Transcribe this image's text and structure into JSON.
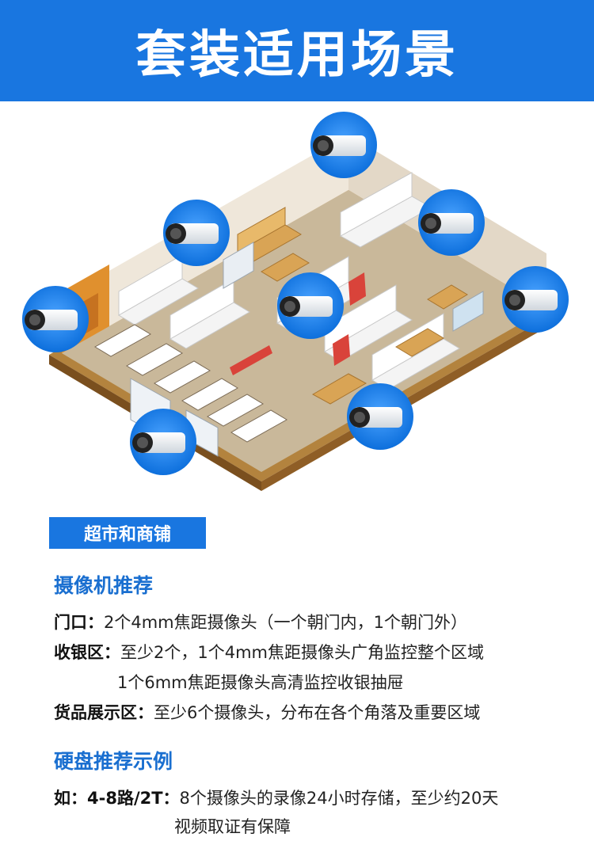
{
  "header": {
    "title": "套装适用场景"
  },
  "scene_tag": "超市和商铺",
  "camera_section": {
    "title": "摄像机推荐",
    "rows": [
      {
        "label": "门口：",
        "text": "2个4mm焦距摄像头（一个朝门内，1个朝门外）"
      },
      {
        "label": "收银区：",
        "text": "至少2个，1个4mm焦距摄像头广角监控整个区域"
      },
      {
        "label": "",
        "text": "1个6mm焦距摄像头高清监控收银抽屉"
      },
      {
        "label": "货品展示区：",
        "text": "至少6个摄像头，分布在各个角落及重要区域"
      }
    ]
  },
  "disk_section": {
    "title": "硬盘推荐示例",
    "rows": [
      {
        "label": "如：4-8路/2T：",
        "text": "8个摄像头的录像24小时存储，至少约20天"
      },
      {
        "label": "",
        "text": "视频取证有保障"
      }
    ]
  },
  "colors": {
    "accent": "#1976e0",
    "section_text": "#1a6fd0"
  }
}
